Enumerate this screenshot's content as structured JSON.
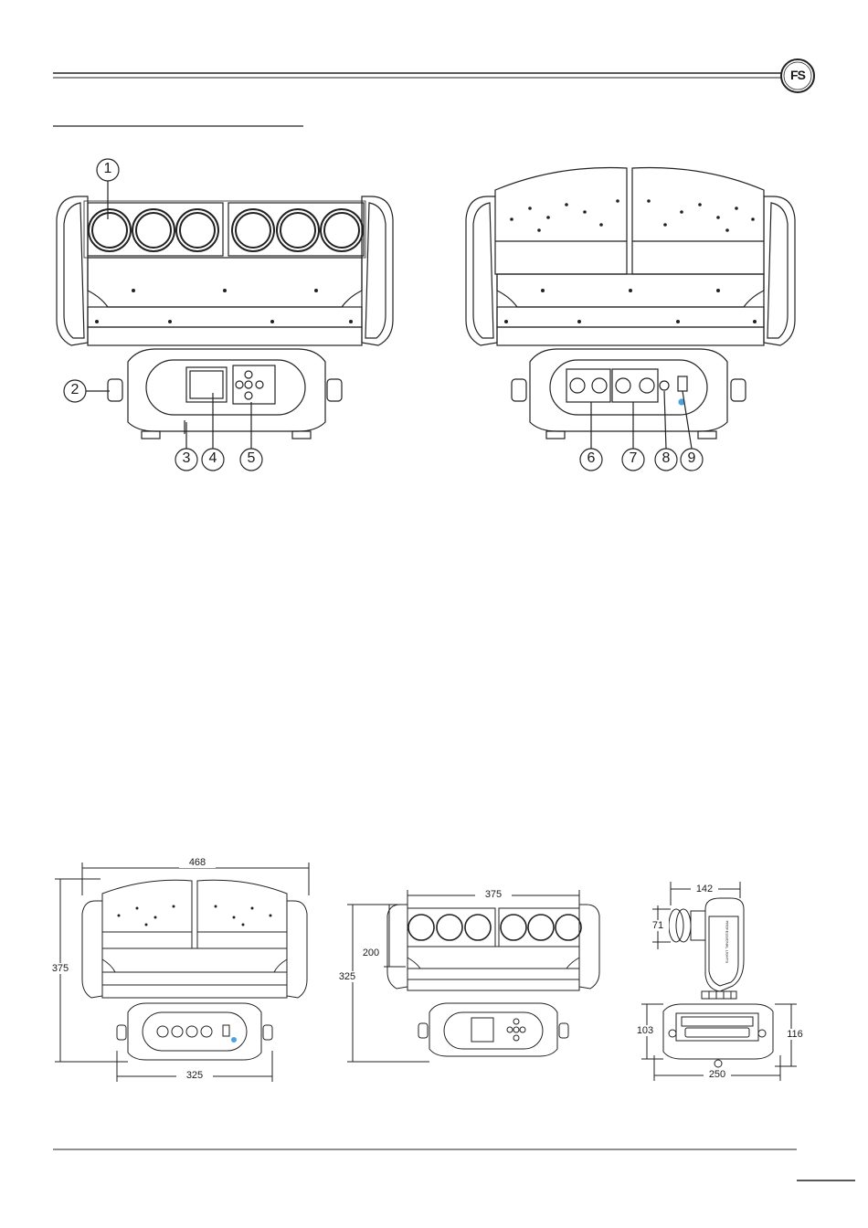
{
  "logo": {
    "text": "FS"
  },
  "callouts": {
    "c1": "1",
    "c2": "2",
    "c3": "3",
    "c4": "4",
    "c5": "5",
    "c6": "6",
    "c7": "7",
    "c8": "8",
    "c9": "9"
  },
  "dimensions": {
    "back_width": "468",
    "back_height": "375",
    "base_width": "325",
    "front_lens_width": "375",
    "front_head_height": "200",
    "front_total_height": "325",
    "side_depth": "142",
    "side_lens_height": "71",
    "side_base_height": "103",
    "side_base_total": "116",
    "side_base_width": "250"
  },
  "side_label": {
    "text": "PROFESSIONAL LIGHTS"
  }
}
